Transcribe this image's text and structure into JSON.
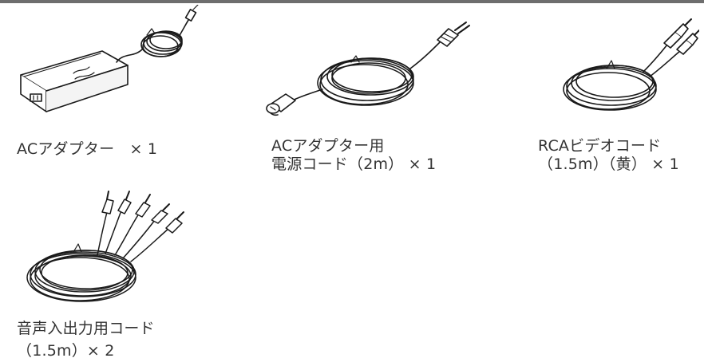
{
  "items": [
    {
      "id": "ac-adapter",
      "icon": "ac-adapter-icon",
      "lines": [
        "ACアダプター　× 1"
      ]
    },
    {
      "id": "power-cord",
      "icon": "power-cord-icon",
      "lines": [
        "ACアダプター用",
        "電源コード（2m） × 1"
      ]
    },
    {
      "id": "rca-video",
      "icon": "rca-video-cable-icon",
      "lines": [
        "RCAビデオコード",
        "（1.5m）（黄） × 1"
      ]
    },
    {
      "id": "audio-cord",
      "icon": "audio-cable-icon",
      "lines": [
        "音声入出力用コード",
        "（1.5m）× 2"
      ]
    }
  ],
  "colors": {
    "rule": "#6e6e6e",
    "text": "#333333",
    "line_art": "#1a1a1a"
  }
}
